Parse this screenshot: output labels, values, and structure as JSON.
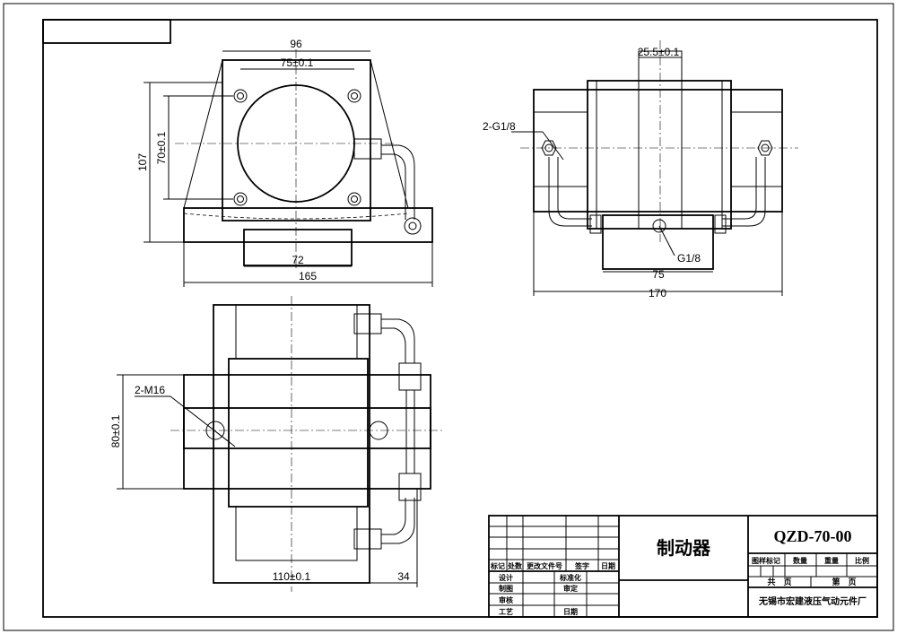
{
  "front_view": {
    "dim_width_top": "96",
    "dim_hole_spacing_h": "75±0.1",
    "dim_height": "107",
    "dim_hole_spacing_v": "70±0.1",
    "dim_base_block": "72",
    "dim_base_width": "165"
  },
  "side_view": {
    "dim_shaft": "25.5±0.1",
    "port_label": "2-G1/8",
    "port_label_bottom": "G1/8",
    "dim_inner": "75",
    "dim_overall": "170"
  },
  "top_view": {
    "bolt_label": "2-M16",
    "dim_slot_height": "80±0.1",
    "dim_length": "110±0.1",
    "dim_offset": "34"
  },
  "title_block": {
    "product_name": "制动器",
    "drawing_number": "QZD-70-00",
    "rev_headers": [
      "标记",
      "处数",
      "更改文件号",
      "签字",
      "日期"
    ],
    "sign_rows": [
      [
        "设计",
        "标准化"
      ],
      [
        "制图",
        "审定"
      ],
      [
        "审核",
        ""
      ],
      [
        "工艺",
        "日期"
      ]
    ],
    "attr_headers": [
      "图样标记",
      "数量",
      "重量",
      "比例"
    ],
    "sheet_total": "共　页",
    "sheet_no": "第　页",
    "company": "无锡市宏建液压气动元件厂"
  }
}
